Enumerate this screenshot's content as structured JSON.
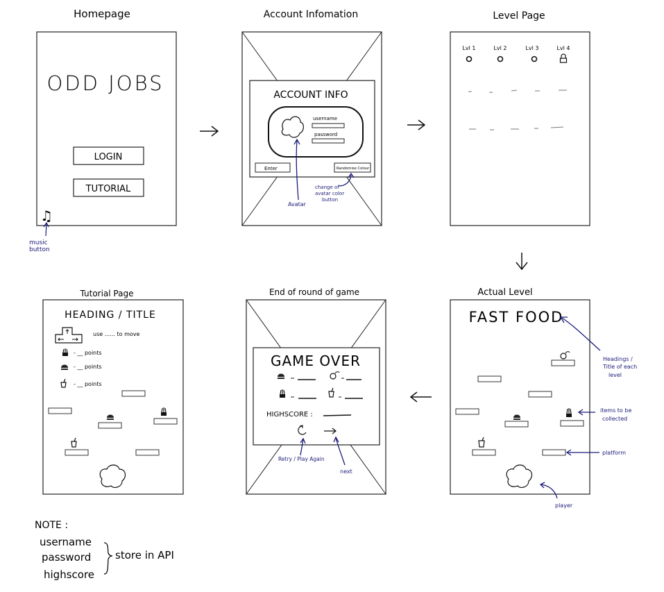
{
  "screens": {
    "homepage": {
      "caption": "Homepage",
      "title": "ODD JOBS",
      "login_label": "LOGIN",
      "tutorial_label": "TUTORIAL"
    },
    "account": {
      "caption": "Account Infomation",
      "title": "ACCOUNT INFO",
      "username_label": "username",
      "password_label": "password",
      "enter_label": "Enter",
      "randomise_label": "Randomise Colour"
    },
    "level": {
      "caption": "Level Page",
      "levels": [
        "Lvl 1",
        "Lvl 2",
        "Lvl 3",
        "Lvl 4"
      ]
    },
    "actual_level": {
      "caption": "Actual Level",
      "title": "FAST FOOD"
    },
    "end_round": {
      "caption": "End of round of game",
      "title": "GAME OVER",
      "highscore_label": "HIGHSCORE :"
    },
    "tutorial": {
      "caption": "Tutorial Page",
      "title": "HEADING / TITLE",
      "move_text": "use ...... to move",
      "points": [
        "- __ points",
        "- __ points",
        "- __ points"
      ]
    }
  },
  "annotations": {
    "music_button": [
      "music",
      "button"
    ],
    "avatar": "Avatar",
    "change_avatar": [
      "change of",
      "avatar color",
      "button"
    ],
    "headings": [
      "Headings /",
      "Title of each",
      "level"
    ],
    "items": [
      "items to be",
      "collected"
    ],
    "platform": "platform",
    "player": "player",
    "retry": "Retry / Play Again",
    "next": "next"
  },
  "note": {
    "heading": "NOTE :",
    "items": [
      "username",
      "password",
      "highscore"
    ],
    "store": "store in API"
  }
}
